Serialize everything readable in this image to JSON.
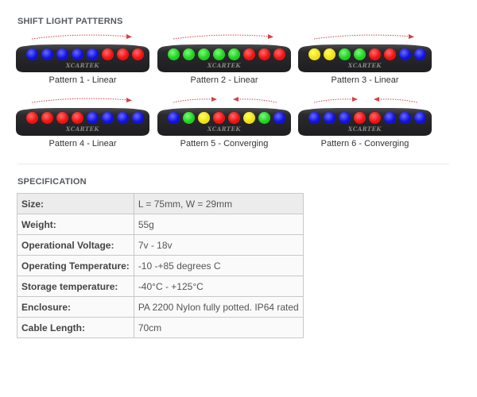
{
  "patterns_section": {
    "title": "SHIFT LIGHT PATTERNS",
    "logo_text": "XCARTEK",
    "colors": {
      "blue": "#1010e0",
      "red": "#f01010",
      "green": "#20d020",
      "yellow": "#f0e010",
      "device_body": "#2a2a2c",
      "arrow": "#d84040"
    },
    "patterns": [
      {
        "label": "Pattern 1 - Linear",
        "type": "linear",
        "leds": [
          "blue",
          "blue",
          "blue",
          "blue",
          "blue",
          "red",
          "red",
          "red"
        ]
      },
      {
        "label": "Pattern 2 - Linear",
        "type": "linear",
        "leds": [
          "green",
          "green",
          "green",
          "green",
          "green",
          "red",
          "red",
          "red"
        ]
      },
      {
        "label": "Pattern 3 - Linear",
        "type": "linear",
        "leds": [
          "yellow",
          "yellow",
          "green",
          "green",
          "red",
          "red",
          "blue",
          "blue"
        ]
      },
      {
        "label": "Pattern 4 - Linear",
        "type": "linear",
        "leds": [
          "red",
          "red",
          "red",
          "red",
          "blue",
          "blue",
          "blue",
          "blue"
        ]
      },
      {
        "label": "Pattern 5 - Converging",
        "type": "converging",
        "leds": [
          "blue",
          "green",
          "yellow",
          "red",
          "red",
          "yellow",
          "green",
          "blue"
        ]
      },
      {
        "label": "Pattern 6 - Converging",
        "type": "converging",
        "leds": [
          "blue",
          "blue",
          "blue",
          "red",
          "red",
          "blue",
          "blue",
          "blue"
        ]
      }
    ]
  },
  "spec_section": {
    "title": "SPECIFICATION",
    "rows": [
      {
        "key": "Size:",
        "value": "L = 75mm, W = 29mm"
      },
      {
        "key": "Weight:",
        "value": "55g"
      },
      {
        "key": "Operational Voltage:",
        "value": "7v - 18v"
      },
      {
        "key": "Operating Temperature:",
        "value": "-10 -+85 degrees C"
      },
      {
        "key": "Storage temperature:",
        "value": "-40°C - +125°C"
      },
      {
        "key": "Enclosure:",
        "value": "PA 2200 Nylon fully potted. IP64 rated"
      },
      {
        "key": "Cable Length:",
        "value": "70cm"
      }
    ]
  }
}
